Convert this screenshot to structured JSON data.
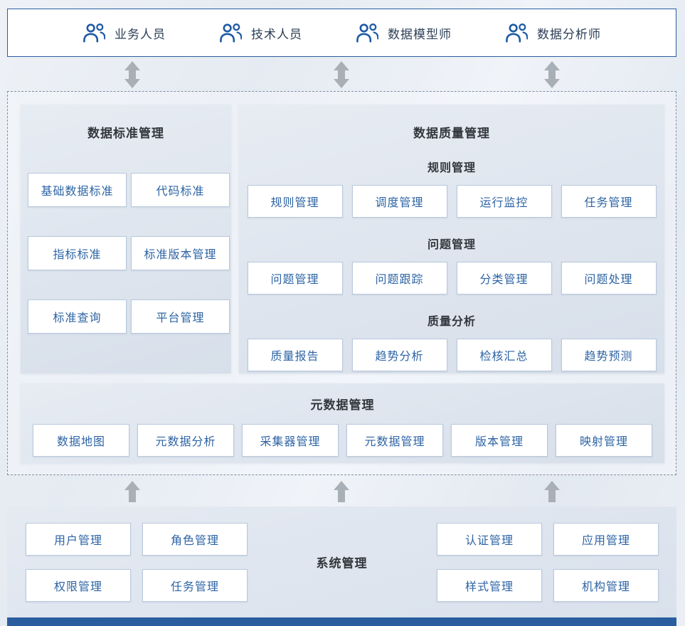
{
  "users_bar": {
    "roles": [
      {
        "label": "业务人员"
      },
      {
        "label": "技术人员"
      },
      {
        "label": "数据模型师"
      },
      {
        "label": "数据分析师"
      }
    ]
  },
  "standards_panel": {
    "title": "数据标准管理",
    "items": [
      "基础数据标准",
      "代码标准",
      "指标标准",
      "标准版本管理",
      "标准查询",
      "平台管理"
    ]
  },
  "quality_panel": {
    "title": "数据质量管理",
    "groups": [
      {
        "title": "规则管理",
        "items": [
          "规则管理",
          "调度管理",
          "运行监控",
          "任务管理"
        ]
      },
      {
        "title": "问题管理",
        "items": [
          "问题管理",
          "问题跟踪",
          "分类管理",
          "问题处理"
        ]
      },
      {
        "title": "质量分析",
        "items": [
          "质量报告",
          "趋势分析",
          "检核汇总",
          "趋势预测"
        ]
      }
    ]
  },
  "metadata_panel": {
    "title": "元数据管理",
    "items": [
      "数据地图",
      "元数据分析",
      "采集器管理",
      "元数据管理",
      "版本管理",
      "映射管理"
    ]
  },
  "system_panel": {
    "title": "系统管理",
    "left_items": [
      "用户管理",
      "角色管理",
      "权限管理",
      "任务管理"
    ],
    "right_items": [
      "认证管理",
      "应用管理",
      "样式管理",
      "机构管理"
    ]
  },
  "colors": {
    "accent_blue": "#2a5d9e",
    "item_text_blue": "#2d64a4",
    "item_border": "#b9c9dd",
    "arrow_gray": "#a9afb7",
    "title_dark": "#33373d"
  }
}
